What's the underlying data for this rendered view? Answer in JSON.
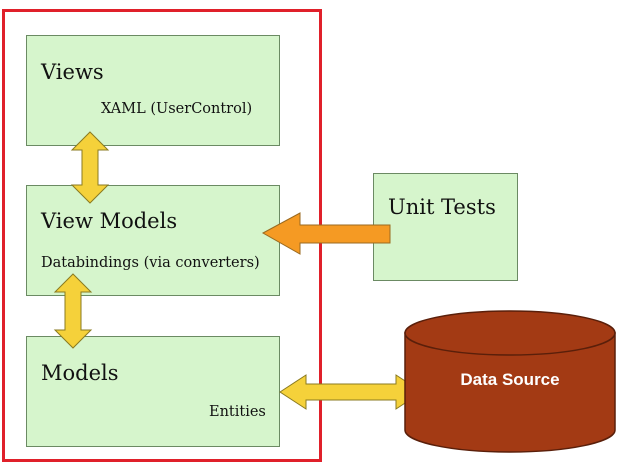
{
  "views": {
    "title": "Views",
    "subtitle": "XAML (UserControl)"
  },
  "view_models": {
    "title": "View Models",
    "subtitle": "Databindings (via converters)"
  },
  "models": {
    "title": "Models",
    "subtitle": "Entities"
  },
  "unit_tests": {
    "title": "Unit Tests"
  },
  "data_source": {
    "label": "Data Source"
  },
  "colors": {
    "box_fill": "#d6f5cc",
    "frame": "#e0202a",
    "arrow_yellow": "#f5d13a",
    "arrow_orange": "#f59a23",
    "cylinder": "#a33a14"
  }
}
